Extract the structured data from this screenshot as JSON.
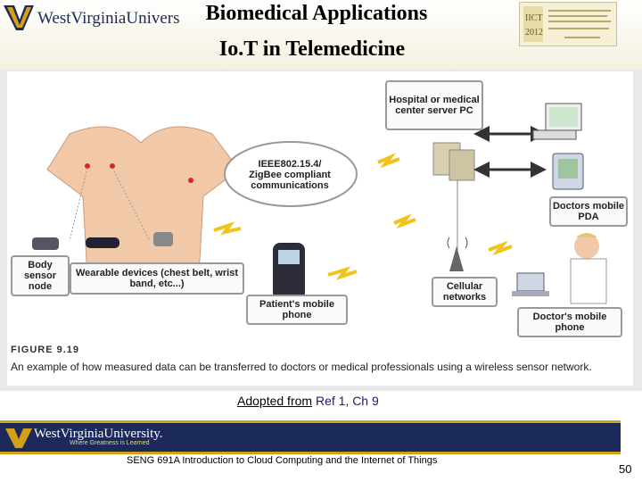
{
  "header": {
    "logo_text": "WestVirginiaUniversity.",
    "title_line1": "Biomedical Applications",
    "title_line2": "Io.T in Telemedicine"
  },
  "figure": {
    "hospital_box": "Hospital or medical center server PC",
    "zigbee_box": "IEEE802.15.4/ ZigBee compliant communications",
    "doctor_pda_box": "Doctors mobile PDA",
    "body_sensor_box": "Body sensor node",
    "wearable_box": "Wearable devices (chest belt, wrist band, etc...)",
    "patient_phone_box": "Patient's mobile phone",
    "cellular_box": "Cellular networks",
    "doctor_phone_box": "Doctor's mobile phone",
    "figure_label": "FIGURE 9.19",
    "figure_caption": "An example of how measured data can be transferred to doctors or medical professionals using a wireless sensor network."
  },
  "reference": {
    "prefix": "Adopted from",
    "ref_text": " Ref 1, Ch 9"
  },
  "footer": {
    "logo_text": "WestVirginiaUniversity.",
    "tagline": "Where Greatness is Learned",
    "course": "SENG 691A Introduction to Cloud Computing and the Internet of Things",
    "page": "50"
  },
  "colors": {
    "wvu_blue": "#1b2a5a",
    "wvu_gold": "#d4a017"
  }
}
